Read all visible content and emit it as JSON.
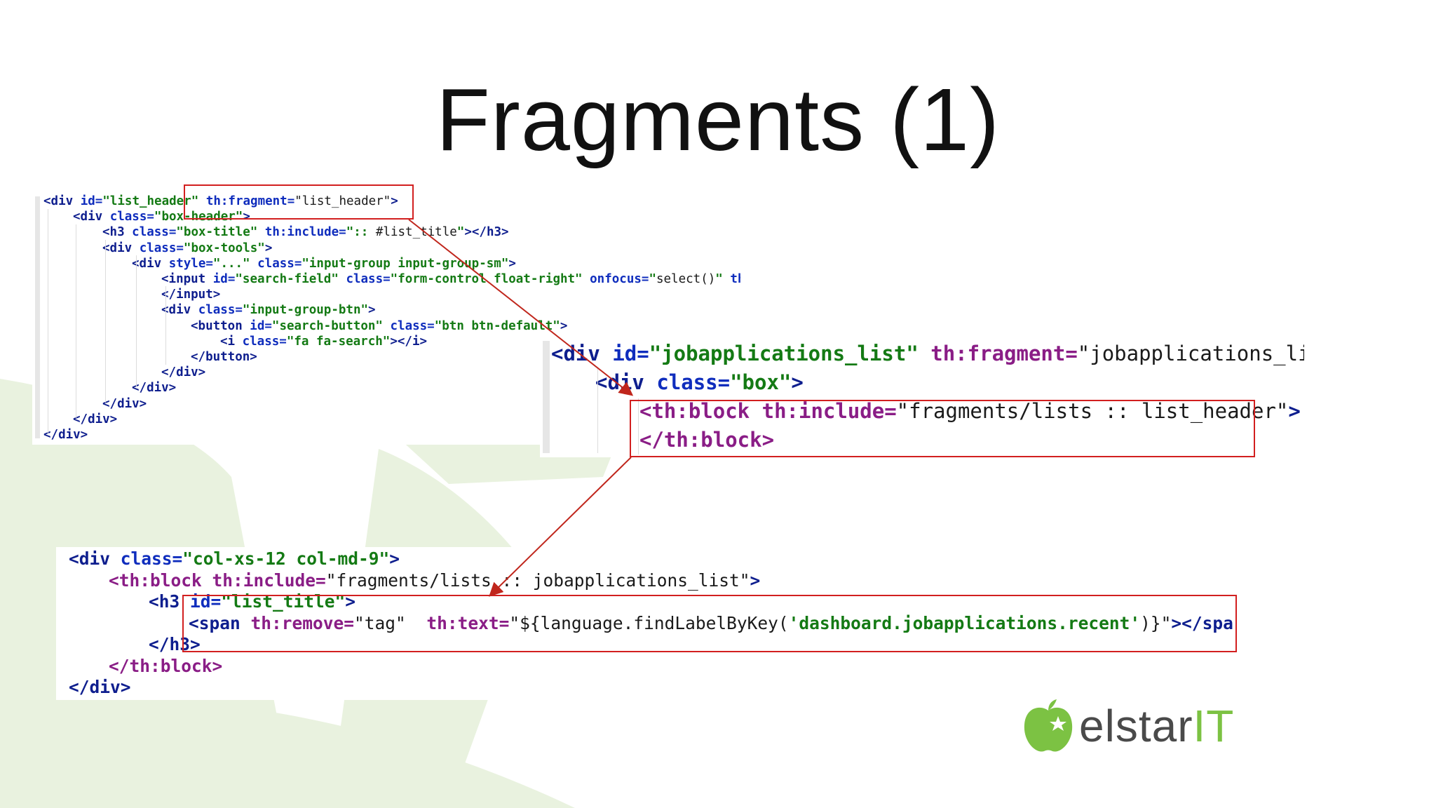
{
  "slide": {
    "title": "Fragments (1)"
  },
  "snippet_top_left": {
    "lines": [
      {
        "indent": 0,
        "tokens": [
          [
            "t",
            "<div "
          ],
          [
            "a",
            "id="
          ],
          [
            "v",
            "\"list_header\""
          ],
          [
            "p",
            " "
          ],
          [
            "a",
            "th:fragment="
          ],
          [
            "p",
            "\"list_header\""
          ],
          [
            "t",
            ">"
          ]
        ]
      },
      {
        "indent": 1,
        "tokens": [
          [
            "t",
            "<div "
          ],
          [
            "a",
            "class="
          ],
          [
            "v",
            "\"box-header\""
          ],
          [
            "t",
            ">"
          ]
        ]
      },
      {
        "indent": 2,
        "tokens": [
          [
            "t",
            "<h3 "
          ],
          [
            "a",
            "class="
          ],
          [
            "v",
            "\"box-title\""
          ],
          [
            "p",
            " "
          ],
          [
            "a",
            "th:include="
          ],
          [
            "v",
            "\":: "
          ],
          [
            "p",
            "#list_title"
          ],
          [
            "v",
            "\""
          ],
          [
            "t",
            "></h3>"
          ]
        ]
      },
      {
        "indent": 2,
        "tokens": [
          [
            "t",
            "<div "
          ],
          [
            "a",
            "class="
          ],
          [
            "v",
            "\"box-tools\""
          ],
          [
            "t",
            ">"
          ]
        ]
      },
      {
        "indent": 3,
        "tokens": [
          [
            "t",
            "<div "
          ],
          [
            "a",
            "style="
          ],
          [
            "v",
            "\"...\""
          ],
          [
            "p",
            " "
          ],
          [
            "a",
            "class="
          ],
          [
            "v",
            "\"input-group input-group-sm\""
          ],
          [
            "t",
            ">"
          ]
        ]
      },
      {
        "indent": 4,
        "tokens": [
          [
            "t",
            "<input "
          ],
          [
            "a",
            "id="
          ],
          [
            "v",
            "\"search-field\""
          ],
          [
            "p",
            " "
          ],
          [
            "a",
            "class="
          ],
          [
            "v",
            "\"form-control float-right\""
          ],
          [
            "p",
            " "
          ],
          [
            "a",
            "onfocus="
          ],
          [
            "v",
            "\""
          ],
          [
            "p",
            "select()"
          ],
          [
            "v",
            "\""
          ],
          [
            "p",
            " "
          ],
          [
            "a",
            "th"
          ]
        ]
      },
      {
        "indent": 4,
        "tokens": [
          [
            "t",
            "</input>"
          ]
        ]
      },
      {
        "indent": 4,
        "tokens": [
          [
            "t",
            "<div "
          ],
          [
            "a",
            "class="
          ],
          [
            "v",
            "\"input-group-btn\""
          ],
          [
            "t",
            ">"
          ]
        ]
      },
      {
        "indent": 5,
        "tokens": [
          [
            "t",
            "<button "
          ],
          [
            "a",
            "id="
          ],
          [
            "v",
            "\"search-button\""
          ],
          [
            "p",
            " "
          ],
          [
            "a",
            "class="
          ],
          [
            "v",
            "\"btn btn-default\""
          ],
          [
            "t",
            ">"
          ]
        ]
      },
      {
        "indent": 6,
        "tokens": [
          [
            "t",
            "<i "
          ],
          [
            "a",
            "class="
          ],
          [
            "v",
            "\"fa fa-search\""
          ],
          [
            "t",
            "></i>"
          ]
        ]
      },
      {
        "indent": 5,
        "tokens": [
          [
            "t",
            "</button>"
          ]
        ]
      },
      {
        "indent": 4,
        "tokens": [
          [
            "t",
            "</div>"
          ]
        ]
      },
      {
        "indent": 3,
        "tokens": [
          [
            "t",
            "</div>"
          ]
        ]
      },
      {
        "indent": 2,
        "tokens": [
          [
            "t",
            "</div>"
          ]
        ]
      },
      {
        "indent": 1,
        "tokens": [
          [
            "t",
            "</div>"
          ]
        ]
      },
      {
        "indent": 0,
        "tokens": [
          [
            "t",
            "</div>"
          ]
        ]
      }
    ]
  },
  "snippet_right": {
    "lines": [
      {
        "indent": 0,
        "tokens": [
          [
            "t",
            "<div "
          ],
          [
            "a",
            "id="
          ],
          [
            "v",
            "\"jobapplications_list\""
          ],
          [
            "p",
            " "
          ],
          [
            "x",
            "th:fragment="
          ],
          [
            "p",
            "\"jobapplications_list\""
          ],
          [
            "t",
            ">"
          ]
        ]
      },
      {
        "indent": 1,
        "tokens": [
          [
            "t",
            "<div "
          ],
          [
            "a",
            "class="
          ],
          [
            "v",
            "\"box\""
          ],
          [
            "t",
            ">"
          ]
        ]
      },
      {
        "indent": 2,
        "tokens": [
          [
            "th",
            "<th:block "
          ],
          [
            "x",
            "th:include="
          ],
          [
            "p",
            "\"fragments/lists :: list_header\""
          ],
          [
            "t",
            ">"
          ]
        ]
      },
      {
        "indent": 2,
        "tokens": [
          [
            "th",
            "</th:block>"
          ]
        ]
      }
    ]
  },
  "snippet_bottom": {
    "lines": [
      {
        "indent": 0,
        "tokens": [
          [
            "t",
            "<div "
          ],
          [
            "a",
            "class="
          ],
          [
            "v",
            "\"col-xs-12 col-md-9\""
          ],
          [
            "t",
            ">"
          ]
        ]
      },
      {
        "indent": 1,
        "tokens": [
          [
            "th",
            "<th:block "
          ],
          [
            "x",
            "th:include="
          ],
          [
            "p",
            "\"fragments/lists :: jobapplications_list\""
          ],
          [
            "t",
            ">"
          ]
        ]
      },
      {
        "indent": 2,
        "tokens": [
          [
            "t",
            "<h3 "
          ],
          [
            "a",
            "id="
          ],
          [
            "v",
            "\"list_title\""
          ],
          [
            "t",
            ">"
          ]
        ]
      },
      {
        "indent": 3,
        "tokens": [
          [
            "t",
            "<span "
          ],
          [
            "x",
            "th:remove="
          ],
          [
            "p",
            "\"tag\""
          ],
          [
            "p",
            "  "
          ],
          [
            "x",
            "th:text="
          ],
          [
            "p",
            "\"${language.findLabelByKey("
          ],
          [
            "v",
            "'dashboard.jobapplications.recent'"
          ],
          [
            "p",
            ")}\""
          ],
          [
            "t",
            "></span>"
          ]
        ]
      },
      {
        "indent": 2,
        "tokens": [
          [
            "t",
            "</h3>"
          ]
        ]
      },
      {
        "indent": 1,
        "tokens": [
          [
            "th",
            "</th:block>"
          ]
        ]
      },
      {
        "indent": 0,
        "tokens": [
          [
            "t",
            "</div>"
          ]
        ]
      }
    ]
  },
  "logo": {
    "brand": "elstar",
    "suffix": "IT",
    "icon": "apple-star-icon",
    "brand_color": "#4a4a4a",
    "accent_color": "#7cc243"
  },
  "colors": {
    "highlight": "#d21f1f",
    "arrow": "#c0261c",
    "background_shape": "#e9f2df"
  }
}
